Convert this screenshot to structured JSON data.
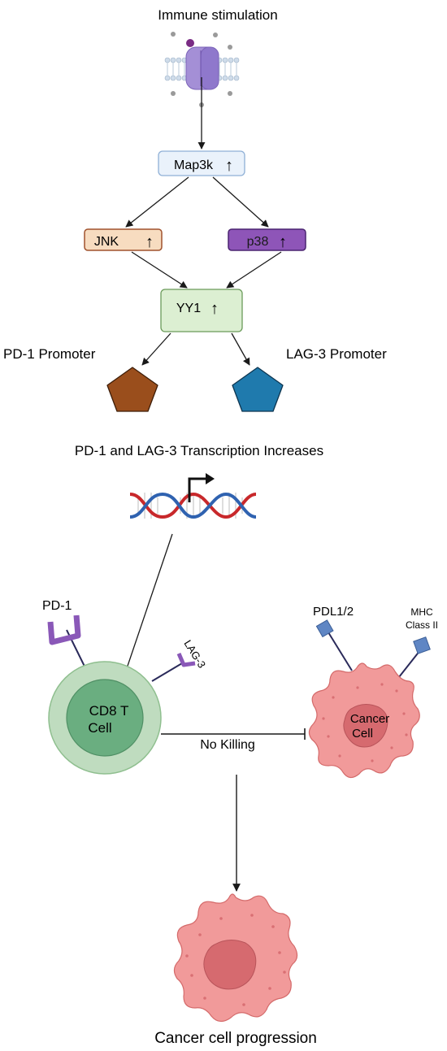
{
  "labels": {
    "immune_stimulation": "Immune stimulation",
    "map3k": "Map3k",
    "jnk": "JNK",
    "p38": "p38",
    "yy1": "YY1",
    "pd1_promoter": "PD-1 Promoter",
    "lag3_promoter": "LAG-3 Promoter",
    "transcription": "PD-1 and LAG-3 Transcription Increases",
    "pd1": "PD-1",
    "lag3": "LAG-3",
    "cd8_line1": "CD8 T",
    "cd8_line2": "Cell",
    "pdl": "PDL1/2",
    "mhc_line1": "MHC",
    "mhc_line2": "Class II",
    "cancer_line1": "Cancer",
    "cancer_line2": "Cell",
    "no_killing": "No Killing",
    "progression": "Cancer cell progression",
    "up_arrow": "↑"
  },
  "colors": {
    "map3k_fill": "#eaf2fb",
    "map3k_stroke": "#8fb0d6",
    "jnk_fill": "#f7dcc0",
    "jnk_stroke": "#a0522d",
    "p38_fill": "#8e55b8",
    "p38_stroke": "#4a2470",
    "yy1_fill": "#dcefd2",
    "yy1_stroke": "#6b9b5a",
    "pd1_promoter": "#9a4e1c",
    "lag3_promoter": "#1f7aad",
    "tcell_outer": "#bfdcbf",
    "tcell_inner": "#6aae80",
    "cancer_fill": "#f19a9a",
    "cancer_nucleus": "#d66a6f",
    "receptor_purple": "#8a58b8",
    "receptor_blue": "#5f86c4",
    "dna_red": "#c8282b",
    "dna_blue": "#2f62b0"
  },
  "icons": [
    "membrane-receptor-icon",
    "dna-helix-icon",
    "transcription-start-arrow-icon"
  ]
}
